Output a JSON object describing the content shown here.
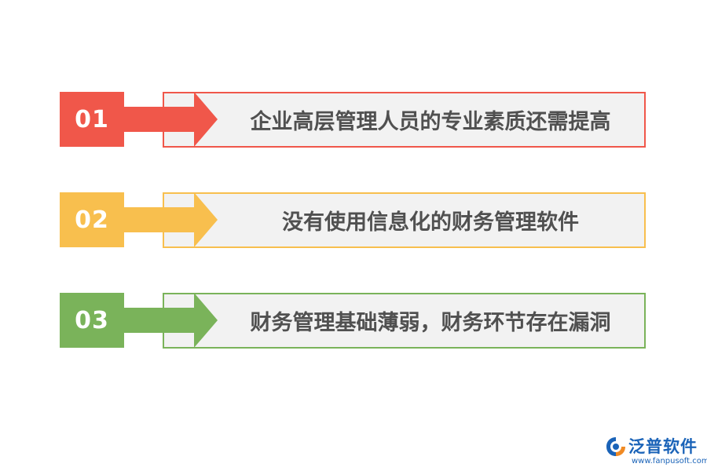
{
  "items": [
    {
      "number": "01",
      "text": "企业高层管理人员的专业素质还需提高",
      "color": "#f0574a"
    },
    {
      "number": "02",
      "text": "没有使用信息化的财务管理软件",
      "color": "#f8bf4e"
    },
    {
      "number": "03",
      "text": "财务管理基础薄弱，财务环节存在漏洞",
      "color": "#7ab35a"
    }
  ],
  "logo": {
    "name": "泛普软件",
    "url": "www.fanpusoft.com",
    "icon": "fanpu-logo-icon",
    "color": "#1a63b8"
  }
}
